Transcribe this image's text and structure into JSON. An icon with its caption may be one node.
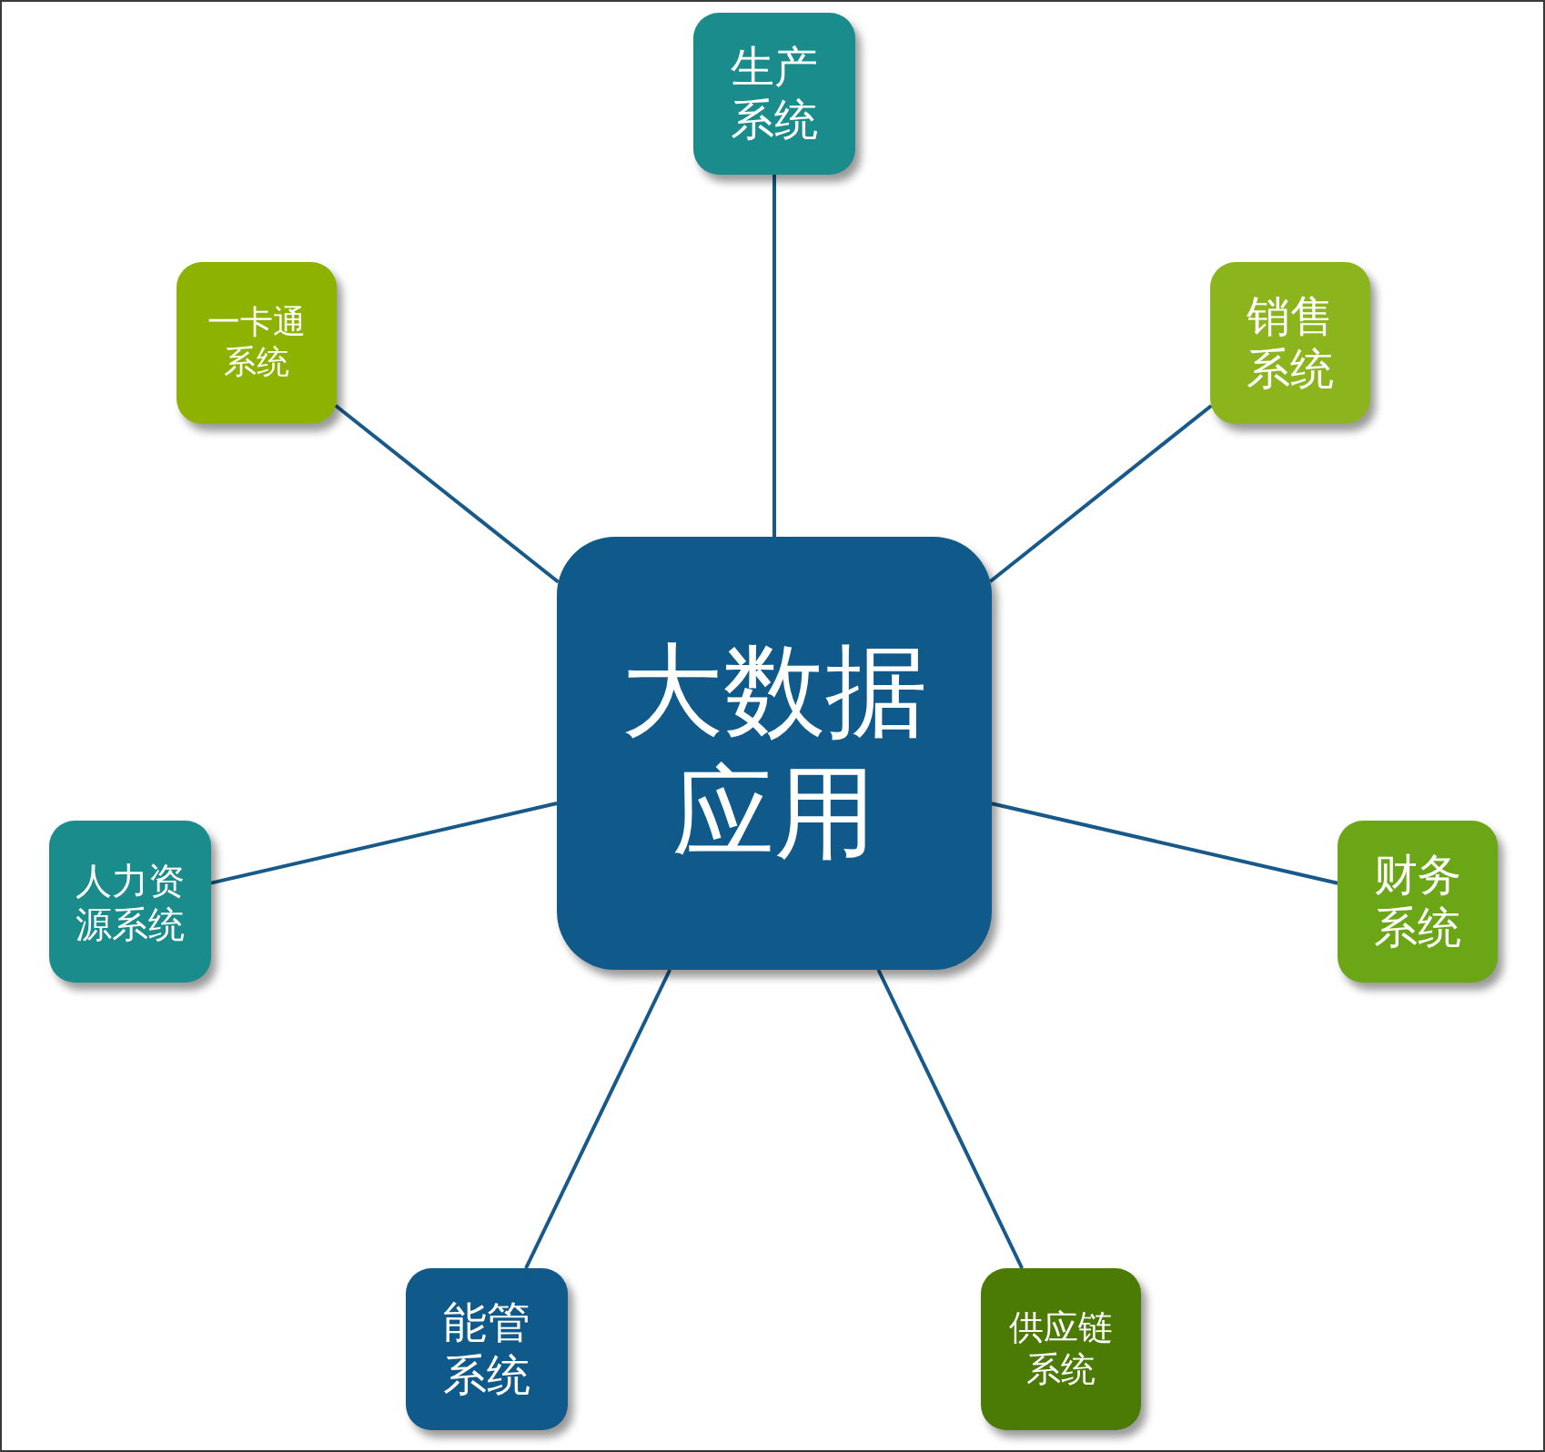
{
  "diagram": {
    "nodes": [
      {
        "text": [
          "大数据应用"
        ]
      },
      {
        "text": [
          "生产系统"
        ]
      },
      {
        "text": [
          "销售系统"
        ]
      },
      {
        "text": [
          "财务系统"
        ]
      },
      {
        "text": [
          "供应链系统"
        ]
      },
      {
        "text": [
          "能管系统"
        ]
      },
      {
        "text": [
          "人力资源系统"
        ]
      },
      {
        "text": [
          "一卡通系统"
        ]
      }
    ],
    "edges": [
      {
        "from": 0,
        "to": 1,
        "arrow": "none"
      },
      {
        "from": 0,
        "to": 2,
        "arrow": "none"
      },
      {
        "from": 0,
        "to": 3,
        "arrow": "none"
      },
      {
        "from": 0,
        "to": 4,
        "arrow": "none"
      },
      {
        "from": 0,
        "to": 5,
        "arrow": "none"
      },
      {
        "from": 0,
        "to": 6,
        "arrow": "none"
      },
      {
        "from": 0,
        "to": 7,
        "arrow": "none"
      }
    ]
  }
}
